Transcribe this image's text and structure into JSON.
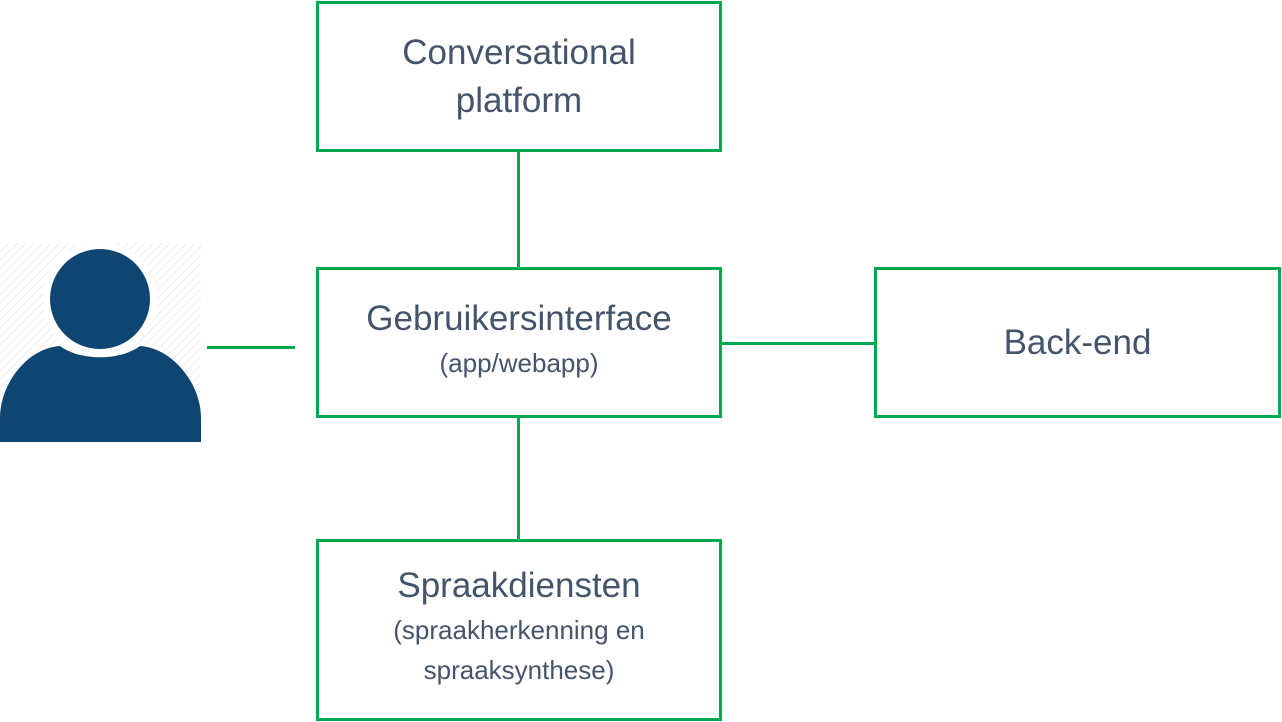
{
  "diagram": {
    "nodes": {
      "platform": {
        "title": "Conversational\nplatform"
      },
      "interface": {
        "title": "Gebruikersinterface",
        "subtitle": "(app/webapp)"
      },
      "backend": {
        "title": "Back-end"
      },
      "speech": {
        "title": "Spraakdiensten",
        "subtitle": "(spraakherkenning en\nspraaksynthese)"
      }
    },
    "user_icon": "user-person-icon"
  },
  "colors": {
    "box_border": "#00a84f",
    "connector": "#00a84f",
    "text": "#44546a",
    "user_icon": "#0f4572"
  }
}
